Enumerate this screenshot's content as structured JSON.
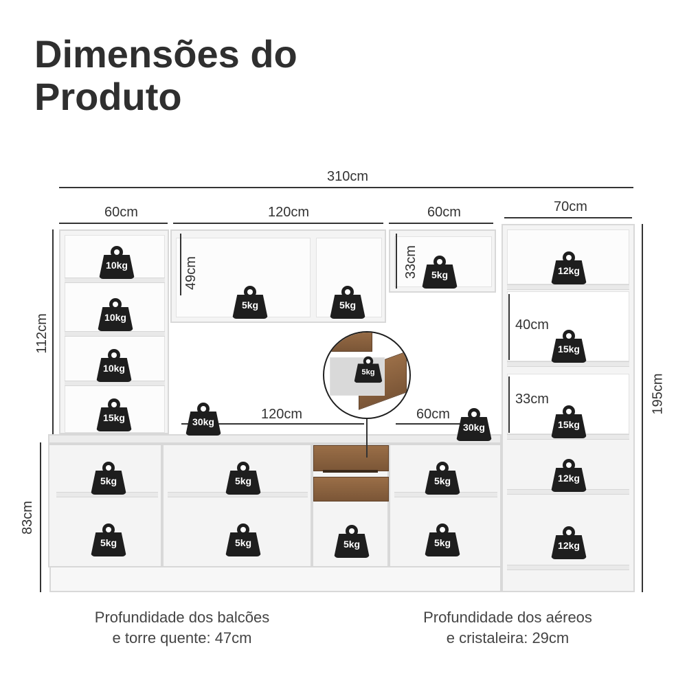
{
  "title": "Dimensões do Produto",
  "dimensions": {
    "total_width": "310cm",
    "left_tower_width": "60cm",
    "upper_mid_width": "120cm",
    "upper_right_width": "60cm",
    "right_tower_width": "70cm",
    "left_height": "112cm",
    "upper_cabinet_height": "49cm",
    "right_upper_height": "33cm",
    "niche_1_height": "40cm",
    "niche_2_height": "33cm",
    "total_height": "195cm",
    "counter_mid_width": "120cm",
    "counter_right_width": "60cm",
    "base_height": "83cm"
  },
  "weights": {
    "left_tower": [
      "10kg",
      "10kg",
      "10kg",
      "15kg"
    ],
    "upper_mid": [
      "5kg",
      "5kg"
    ],
    "upper_right": "5kg",
    "drawer": "5kg",
    "counter_left": "30kg",
    "counter_right": "30kg",
    "right_tower": [
      "12kg",
      "15kg",
      "15kg",
      "12kg",
      "12kg"
    ],
    "base_row_1": [
      "5kg",
      "5kg",
      "5kg"
    ],
    "base_row_2": [
      "5kg",
      "5kg",
      "5kg",
      "5kg"
    ]
  },
  "notes": {
    "left_line1": "Profundidade dos balcões",
    "left_line2": "e torre quente: 47cm",
    "right_line1": "Profundidade dos aéreos",
    "right_line2": "e cristaleira: 29cm"
  }
}
